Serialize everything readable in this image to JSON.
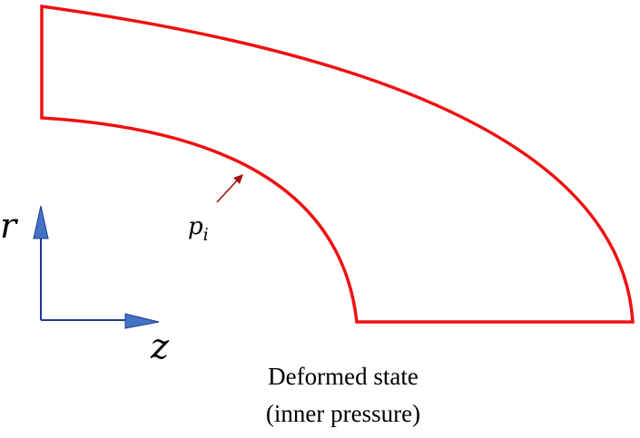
{
  "diagram": {
    "axes": {
      "vertical_label": "r",
      "horizontal_label": "z",
      "color": "#1f3a93",
      "arrowhead_color": "#4472c4"
    },
    "shape": {
      "outline_color": "#ee1111"
    },
    "pressure": {
      "symbol": "p",
      "subscript": "i",
      "arrow_color": "#a01010"
    },
    "caption": {
      "line1": "Deformed state",
      "line2": "(inner pressure)"
    }
  }
}
